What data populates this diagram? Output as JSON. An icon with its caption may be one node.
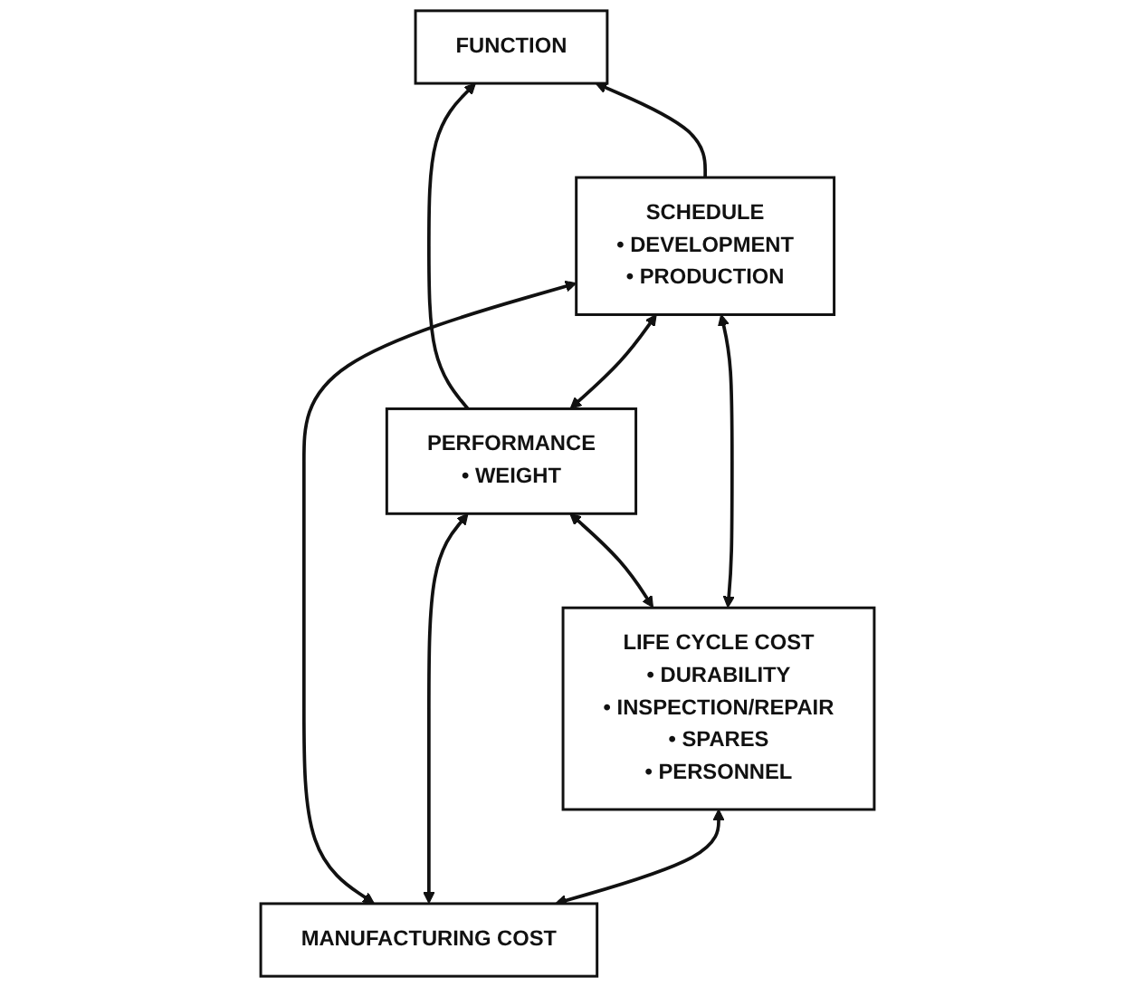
{
  "diagram": {
    "nodes": [
      {
        "text": [
          "FUNCTION"
        ]
      },
      {
        "text": [
          "PERFORMANCE",
          "• WEIGHT"
        ]
      },
      {
        "text": [
          "SCHEDULE",
          "• DEVELOPMENT",
          "• PRODUCTION"
        ]
      },
      {
        "text": [
          "MANUFACTURING COST"
        ]
      },
      {
        "text": [
          "LIFE CYCLE COST",
          "• DURABILITY",
          "• INSPECTION/REPAIR",
          "• SPARES",
          "• PERSONNEL"
        ]
      }
    ],
    "edges": [
      {
        "from": 1,
        "to": 0,
        "arrow": "to"
      },
      {
        "from": 2,
        "to": 0,
        "arrow": "to"
      },
      {
        "from": 1,
        "to": 2,
        "arrow": "both"
      },
      {
        "from": 4,
        "to": 1,
        "arrow": "both"
      },
      {
        "from": 3,
        "to": 2,
        "arrow": "both"
      },
      {
        "from": 3,
        "to": 1,
        "arrow": "both"
      },
      {
        "from": 4,
        "to": 2,
        "arrow": "both"
      },
      {
        "from": 3,
        "to": 4,
        "arrow": "both"
      }
    ]
  }
}
